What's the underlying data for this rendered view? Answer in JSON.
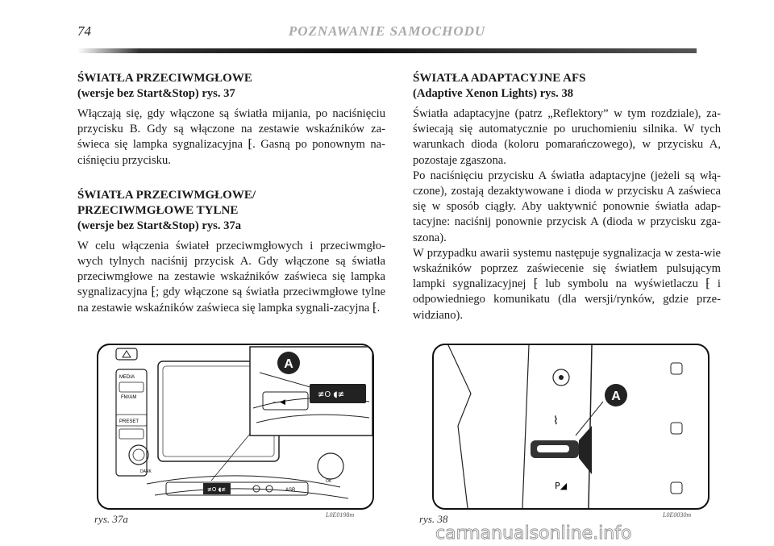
{
  "header": {
    "page_number": "74",
    "running_title": "POZNAWANIE SAMOCHODU"
  },
  "left_column": {
    "section1": {
      "heading": "ŚWIATŁA PRZECIWMGŁOWE",
      "subheading": "(wersje bez Start&Stop) rys. 37",
      "body": "Włączają się, gdy włączone są światła mijania, po naciśnięciu przycisku B. Gdy są włączone na zestawie wskaźników za-świeca się lampka sygnalizacyjna ⁅. Gasną po ponownym na-ciśnięciu przycisku."
    },
    "section2": {
      "heading_line1": "ŚWIATŁA PRZECIWMGŁOWE/",
      "heading_line2": "PRZECIWMGŁOWE TYLNE",
      "subheading": "(wersje bez Start&Stop) rys. 37a",
      "body": "W celu włączenia świateł przeciwmgłowych i przeciwmgło-wych tylnych naciśnij przycisk A. Gdy włączone są światła przeciwmgłowe na zestawie wskaźników zaświeca się lampka sygnalizacyjna ⁅; gdy włączone są światła przeciwmgłowe tylne na zestawie wskaźników zaświeca się lampka sygnali-zacyjna ⁅."
    }
  },
  "right_column": {
    "section": {
      "heading": "ŚWIATŁA ADAPTACYJNE AFS",
      "subheading": "(Adaptive Xenon Lights) rys. 38",
      "paragraph1": "Światła adaptacyjne (patrz „Reflektory” w tym rozdziale), za-świecają się automatycznie po uruchomieniu silnika. W tych warunkach dioda (koloru pomarańczowego), w przycisku A, pozostaje zgaszona.",
      "paragraph2": "Po naciśnięciu przycisku A światła adaptacyjne (jeżeli są włą-czone), zostają dezaktywowane i dioda w przycisku A zaświeca się w sposób ciągły. Aby uaktywnić ponownie światła adap-tacyjne: naciśnij ponownie przycisk A (dioda w przycisku zga-szona).",
      "paragraph3": "W przypadku awarii systemu następuje sygnalizacja w zesta-wie wskaźników poprzez zaświecenie się światłem pulsującym lampki sygnalizacyjnej ⁅ lub symbolu na wyświetlaczu ⁅ i odpowiedniego komunikatu (dla wersji/rynków, gdzie prze-widziano)."
    }
  },
  "figure_left": {
    "caption": "rys. 37a",
    "code": "L0E0198m",
    "label_a": "A",
    "button_labels": {
      "media": "MEDIA",
      "fmam": "FM/AM",
      "preset": "PRESET",
      "dark": "DARK",
      "asr": "ASR",
      "ok": "OK"
    }
  },
  "figure_right": {
    "caption": "rys. 38",
    "code": "L0E0030m",
    "label_a": "A"
  },
  "watermark": "carmanualsonline.info"
}
